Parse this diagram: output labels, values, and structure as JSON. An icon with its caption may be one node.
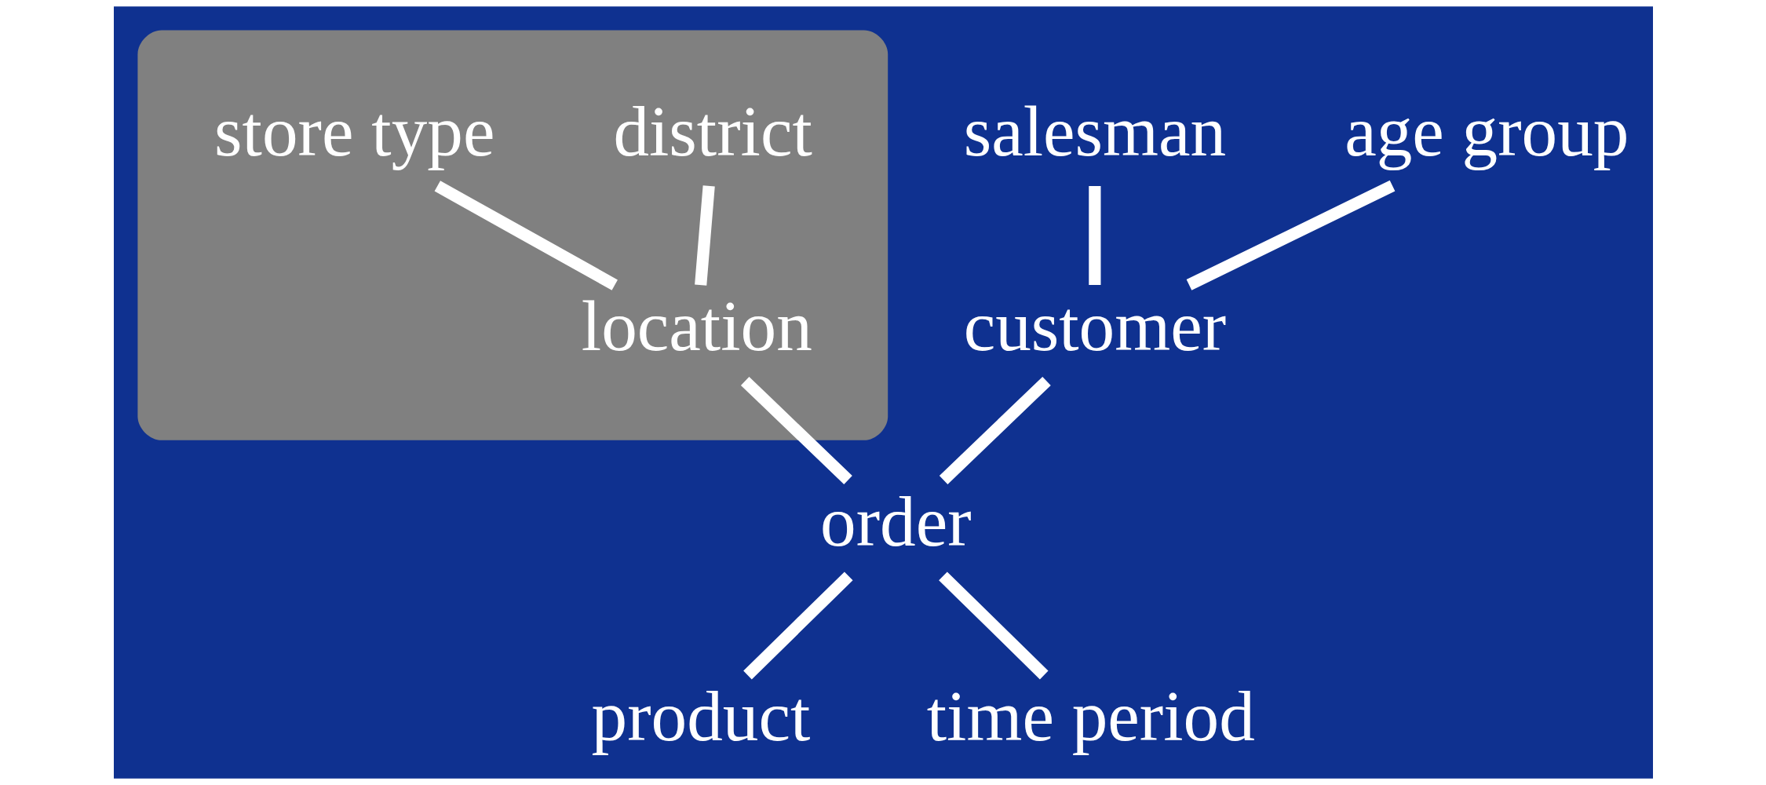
{
  "diagram": {
    "nodes": [
      {
        "text": [],
        "shape": "ellipse"
      },
      {
        "text": [
          "district"
        ],
        "in": 0
      },
      {
        "text": [
          "salesman"
        ]
      },
      {
        "text": [
          "age group"
        ]
      },
      {
        "text": [
          "store type"
        ],
        "in": 0
      },
      {
        "text": [
          "customer"
        ]
      },
      {
        "text": [
          "location"
        ],
        "in": 0
      },
      {
        "text": [
          "order"
        ]
      },
      {
        "text": [
          "product"
        ]
      },
      {
        "text": [
          "time period"
        ]
      }
    ],
    "edges": [
      {
        "from": 2,
        "to": 5,
        "arrow": "none"
      },
      {
        "from": 3,
        "to": 5,
        "arrow": "none"
      },
      {
        "from": 1,
        "to": 6,
        "arrow": "none"
      },
      {
        "from": 4,
        "to": 6,
        "arrow": "none"
      },
      {
        "from": 5,
        "to": 7,
        "arrow": "none"
      },
      {
        "from": 6,
        "to": 7,
        "arrow": "none"
      },
      {
        "from": 7,
        "to": 8,
        "arrow": "none"
      },
      {
        "from": 7,
        "to": 9,
        "arrow": "none"
      }
    ]
  }
}
